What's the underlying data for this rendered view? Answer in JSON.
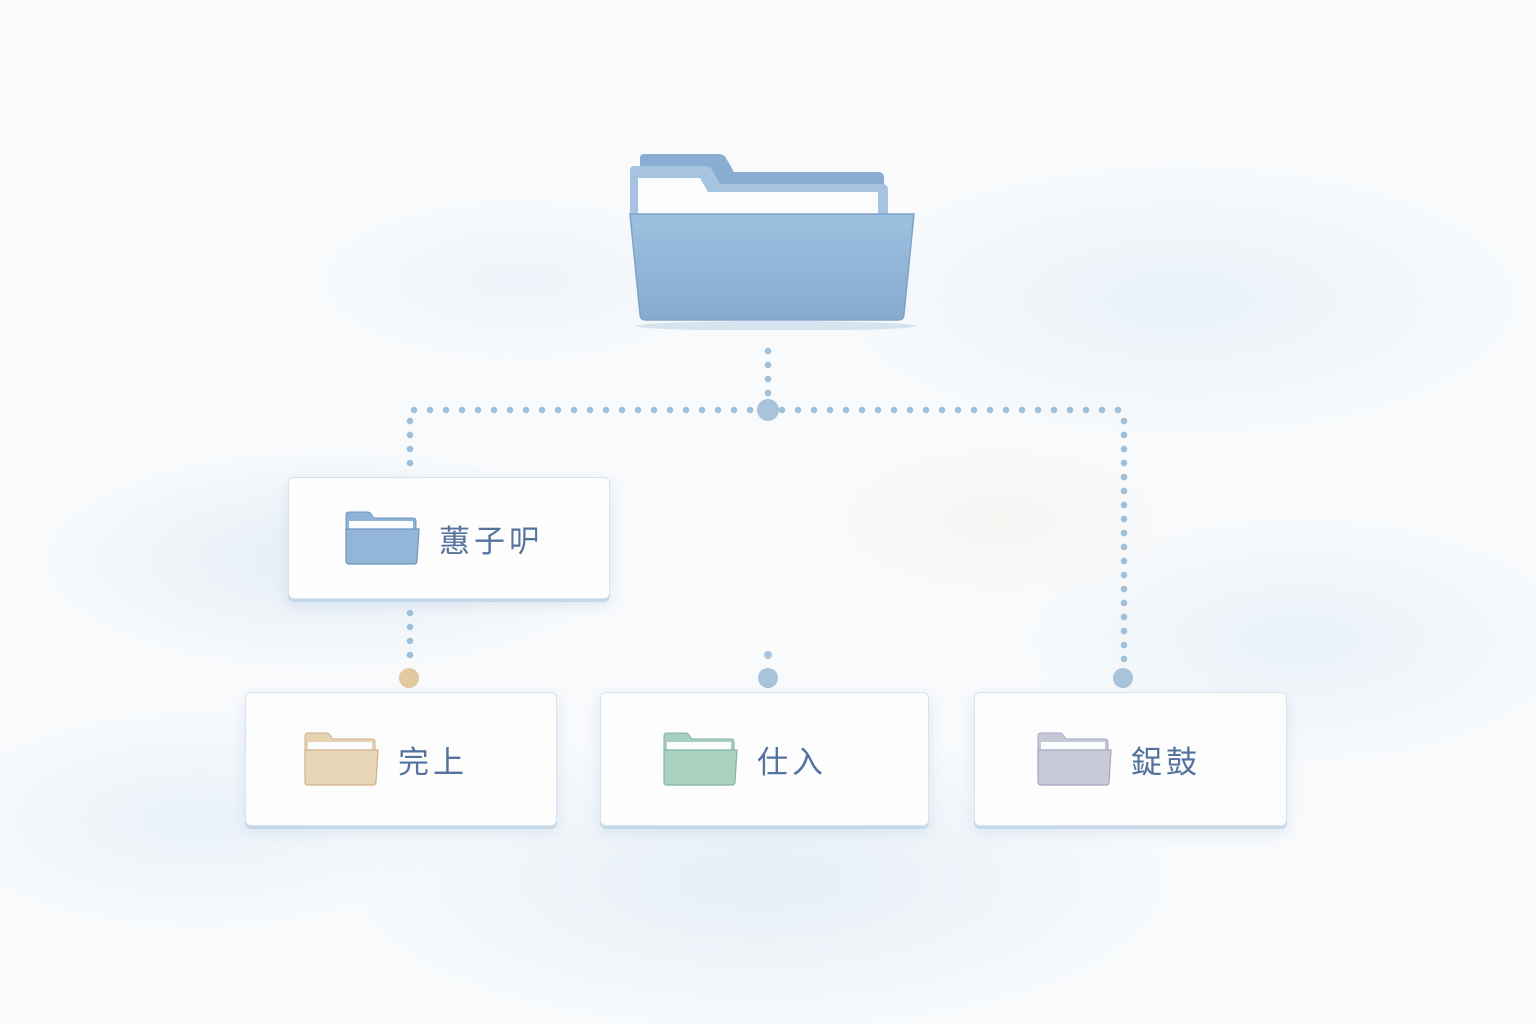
{
  "diagram": {
    "type": "folder-hierarchy",
    "root": {
      "name": "root-folder",
      "color": "#8fb3d6"
    },
    "nodes": [
      {
        "id": "child-1",
        "label": "蕙子㕧",
        "color": "#8fb3d6",
        "level": 1
      },
      {
        "id": "child-1-1",
        "label": "完上",
        "color": "#e3cfae",
        "level": 2
      },
      {
        "id": "child-2",
        "label": "仕入",
        "color": "#a6cfbe",
        "level": 2
      },
      {
        "id": "child-3",
        "label": "鋜鼓",
        "color": "#c4c6d6",
        "level": 2
      }
    ],
    "connector_colors": {
      "line": "#9fc0db",
      "node_blue": "#a9c3da",
      "node_tan": "#e3c8a0"
    }
  }
}
